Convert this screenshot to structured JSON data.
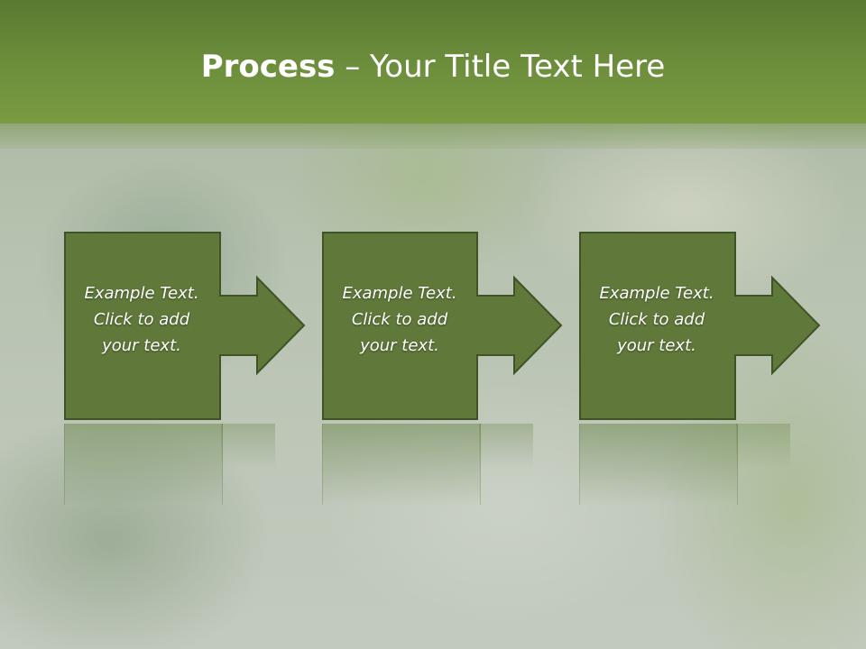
{
  "slide": {
    "title_bold": "Process",
    "title_rest": " – Your Title Text Here",
    "colors": {
      "header": "#6d8f3c",
      "box_fill": "#60793a",
      "box_border": "#3f5326",
      "text": "#ffffff"
    }
  },
  "steps": [
    {
      "text": "Example Text.\nClick  to add\nyour text."
    },
    {
      "text": "Example Text.\nClick  to add\nyour text."
    },
    {
      "text": "Example Text.\nClick  to add\nyour text."
    }
  ]
}
